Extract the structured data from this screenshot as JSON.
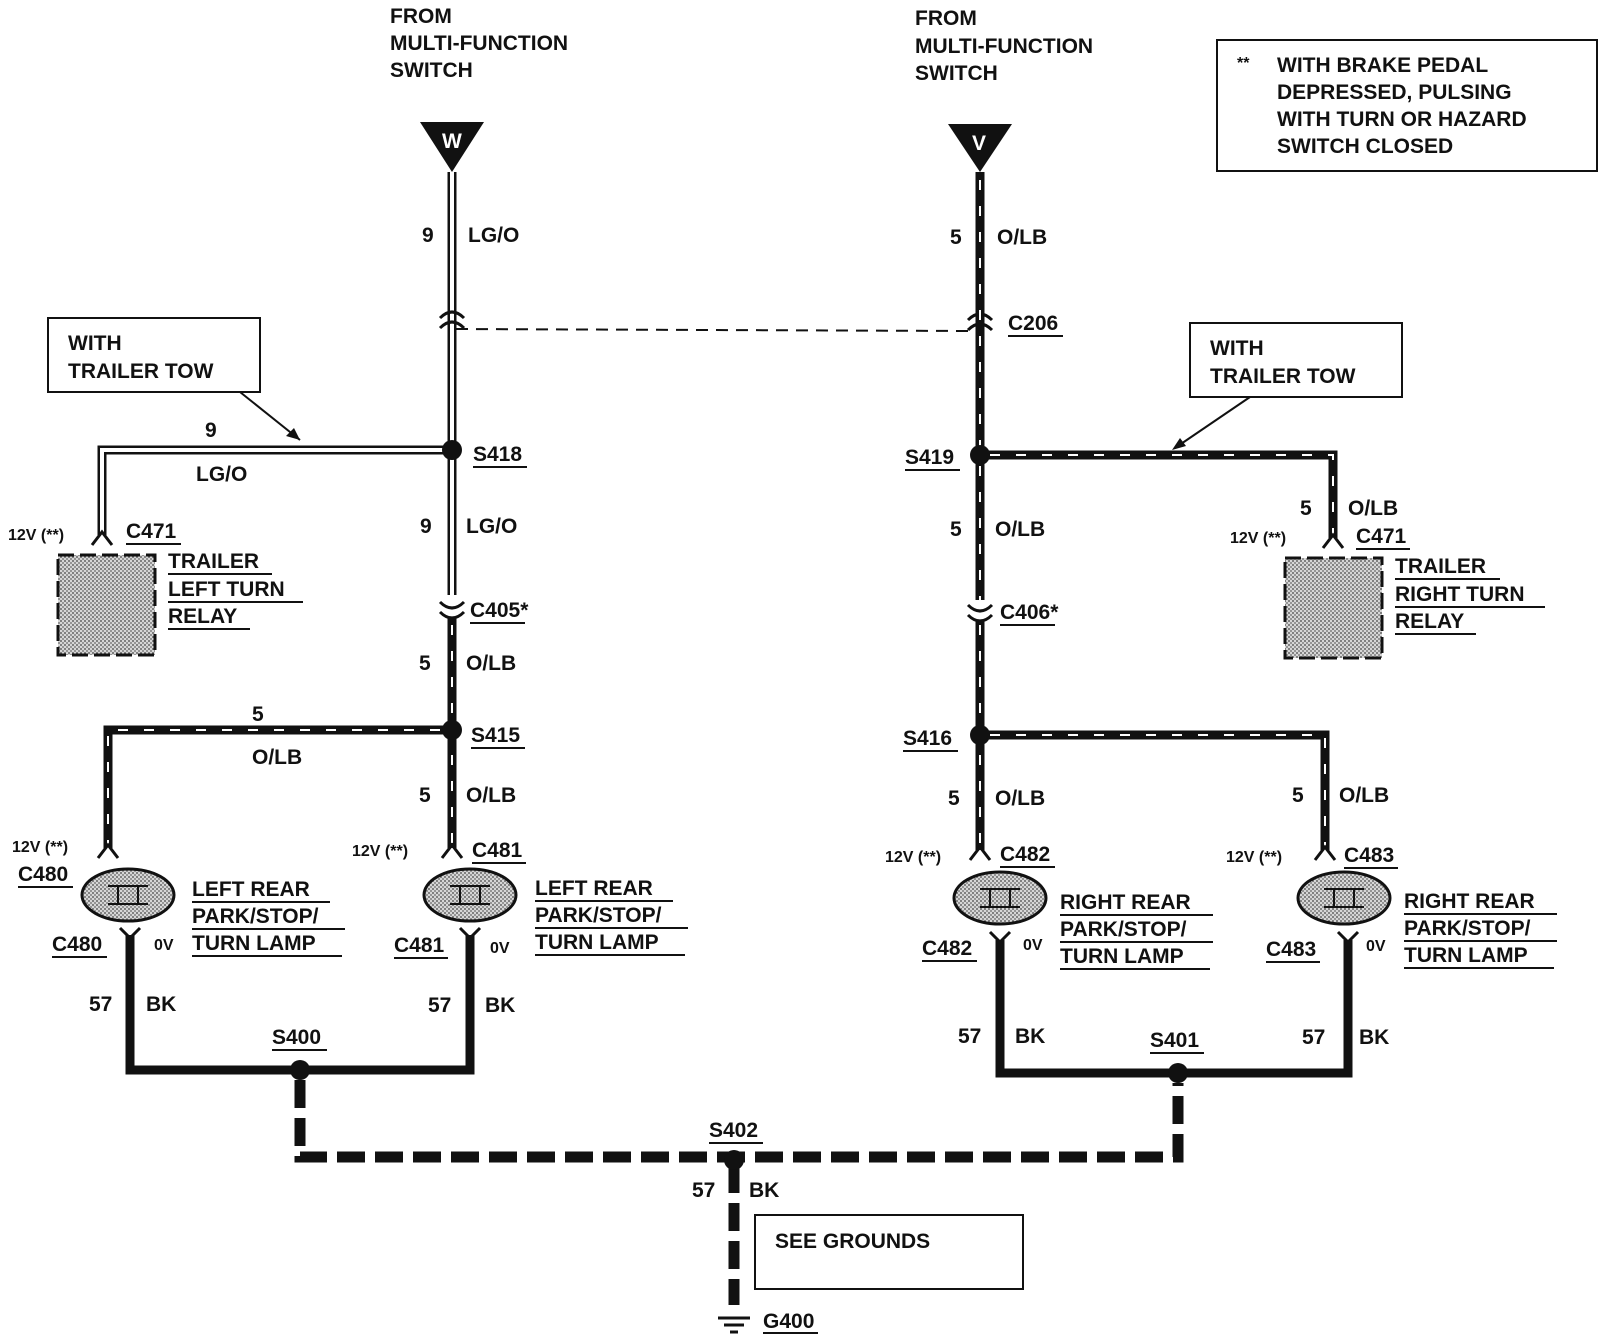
{
  "sources": {
    "left": {
      "label_lines": [
        "FROM",
        "MULTI-FUNCTION",
        "SWITCH"
      ],
      "terminal": "W"
    },
    "right": {
      "label_lines": [
        "FROM",
        "MULTI-FUNCTION",
        "SWITCH"
      ],
      "terminal": "V"
    }
  },
  "legend_note": {
    "marker": "**",
    "lines": [
      "WITH BRAKE PEDAL",
      "DEPRESSED, PULSING",
      "WITH TURN OR HAZARD",
      "SWITCH CLOSED"
    ]
  },
  "trailer_tow_boxes": [
    {
      "lines": [
        "WITH",
        "TRAILER TOW"
      ]
    },
    {
      "lines": [
        "WITH",
        "TRAILER TOW"
      ]
    }
  ],
  "wires": {
    "left_top": {
      "circuit": "9",
      "color": "LG/O"
    },
    "right_top": {
      "circuit": "5",
      "color": "O/LB"
    },
    "left_branch": {
      "circuit": "9",
      "color": "LG/O"
    },
    "left_mid": {
      "circuit": "9",
      "color": "LG/O"
    },
    "right_mid": {
      "circuit": "5",
      "color": "O/LB"
    },
    "right_branch": {
      "circuit": "5",
      "color": "O/LB"
    },
    "left_low": {
      "circuit": "5",
      "color": "O/LB"
    },
    "left_lamp_branch": {
      "circuit": "5",
      "color": "O/LB"
    },
    "left_lamp2": {
      "circuit": "5",
      "color": "O/LB"
    },
    "right_lamp1": {
      "circuit": "5",
      "color": "O/LB"
    },
    "right_lamp2": {
      "circuit": "5",
      "color": "O/LB"
    },
    "gnd_c480": {
      "circuit": "57",
      "color": "BK"
    },
    "gnd_c481": {
      "circuit": "57",
      "color": "BK"
    },
    "gnd_c482": {
      "circuit": "57",
      "color": "BK"
    },
    "gnd_c483": {
      "circuit": "57",
      "color": "BK"
    },
    "gnd_main": {
      "circuit": "57",
      "color": "BK"
    }
  },
  "connectors": {
    "c206": "C206",
    "c405": "C405*",
    "c406": "C406*",
    "c471_left": "C471",
    "c471_right": "C471",
    "c480_top": "C480",
    "c480_bot": "C480",
    "c481_top": "C481",
    "c481_bot": "C481",
    "c482_top": "C482",
    "c482_bot": "C482",
    "c483_top": "C483",
    "c483_bot": "C483"
  },
  "splices": {
    "s418": "S418",
    "s419": "S419",
    "s415": "S415",
    "s416": "S416",
    "s400": "S400",
    "s401": "S401",
    "s402": "S402"
  },
  "voltages": {
    "v12": "12V (**)",
    "v0": "0V"
  },
  "components": {
    "left_relay": [
      "TRAILER",
      "LEFT TURN",
      "RELAY"
    ],
    "right_relay": [
      "TRAILER",
      "RIGHT TURN",
      "RELAY"
    ],
    "lamp1": [
      "LEFT REAR",
      "PARK/STOP/",
      "TURN LAMP"
    ],
    "lamp2": [
      "LEFT REAR",
      "PARK/STOP/",
      "TURN LAMP"
    ],
    "lamp3": [
      "RIGHT REAR",
      "PARK/STOP/",
      "TURN LAMP"
    ],
    "lamp4": [
      "RIGHT REAR",
      "PARK/STOP/",
      "TURN LAMP"
    ]
  },
  "grounds": {
    "see_grounds": "SEE GROUNDS",
    "g400": "G400"
  }
}
